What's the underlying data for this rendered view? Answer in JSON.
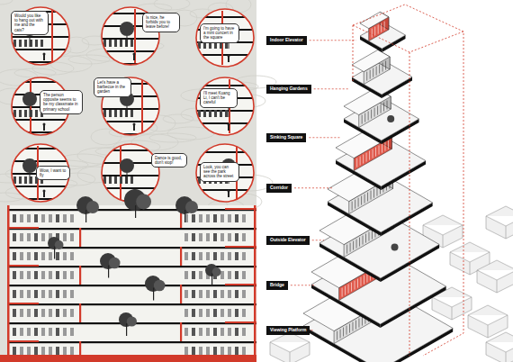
{
  "diagram": {
    "nodes": [
      {
        "text": [
          "Would you like to hang out with me and the cats?"
        ]
      },
      {
        "text": [
          "Is nice, he forbids you to leave before!"
        ]
      },
      {
        "text": [
          "I'm going to have a mini concert in the square"
        ]
      },
      {
        "text": [
          "The person opposite seems to be my classmate in primary school"
        ]
      },
      {
        "text": [
          "Let's have a barbecue in the garden"
        ]
      },
      {
        "text": [
          "I'll meet Kuang Li, I can't be careful"
        ]
      },
      {
        "text": [
          "Wow, I want to fly"
        ]
      },
      {
        "text": [
          "Dance is good, don't stop!"
        ]
      },
      {
        "text": [
          "Look, you can see the park across the street"
        ]
      },
      {
        "text": [
          "Indoor Elevator"
        ]
      },
      {
        "text": [
          "Hanging Gardens"
        ]
      },
      {
        "text": [
          "Sinking Square"
        ]
      },
      {
        "text": [
          "Corridor"
        ]
      },
      {
        "text": [
          "Outside Elevator"
        ]
      },
      {
        "text": [
          "Bridge"
        ]
      },
      {
        "text": [
          "Viewing Platform"
        ]
      }
    ]
  }
}
